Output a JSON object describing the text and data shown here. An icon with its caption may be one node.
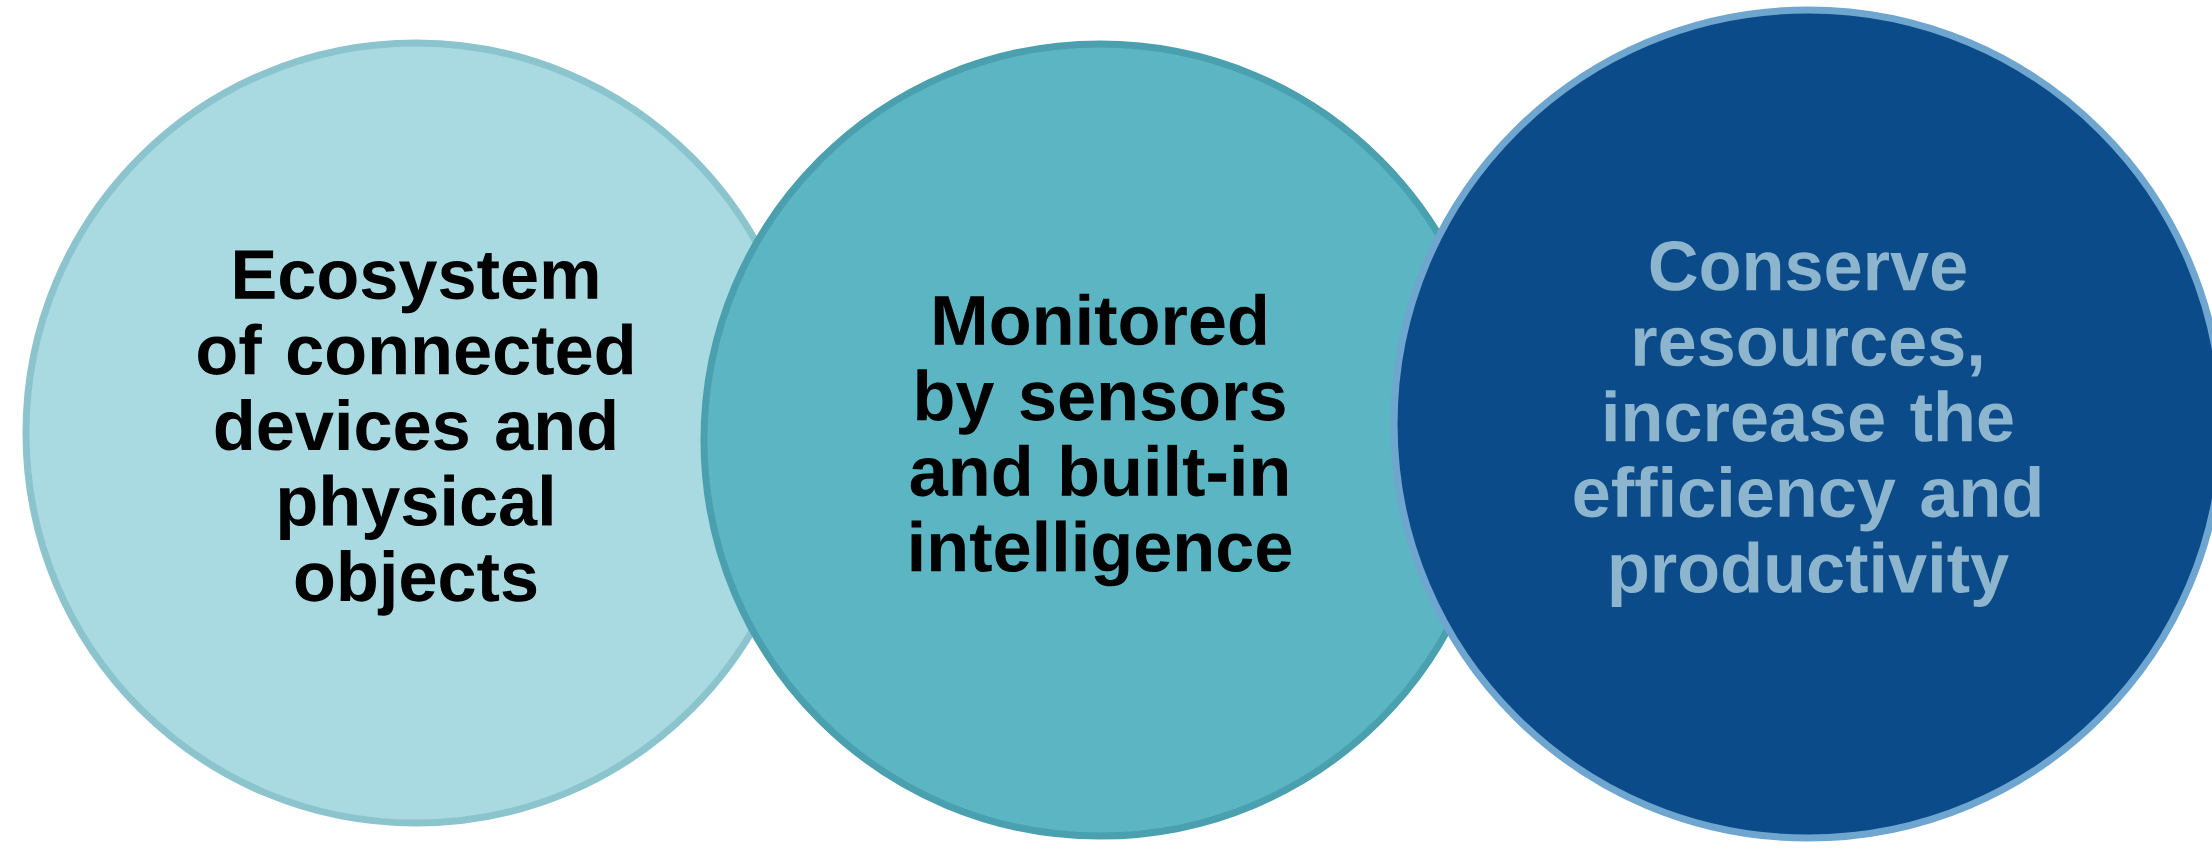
{
  "diagram": {
    "nodes": [
      {
        "text": [
          "Ecosystem of connected devices and physical objects"
        ]
      },
      {
        "text": [
          "Monitored by sensors and built-in intelligence"
        ]
      },
      {
        "text": [
          "Conserve resources, increase the efficiency and productivity"
        ]
      }
    ]
  }
}
